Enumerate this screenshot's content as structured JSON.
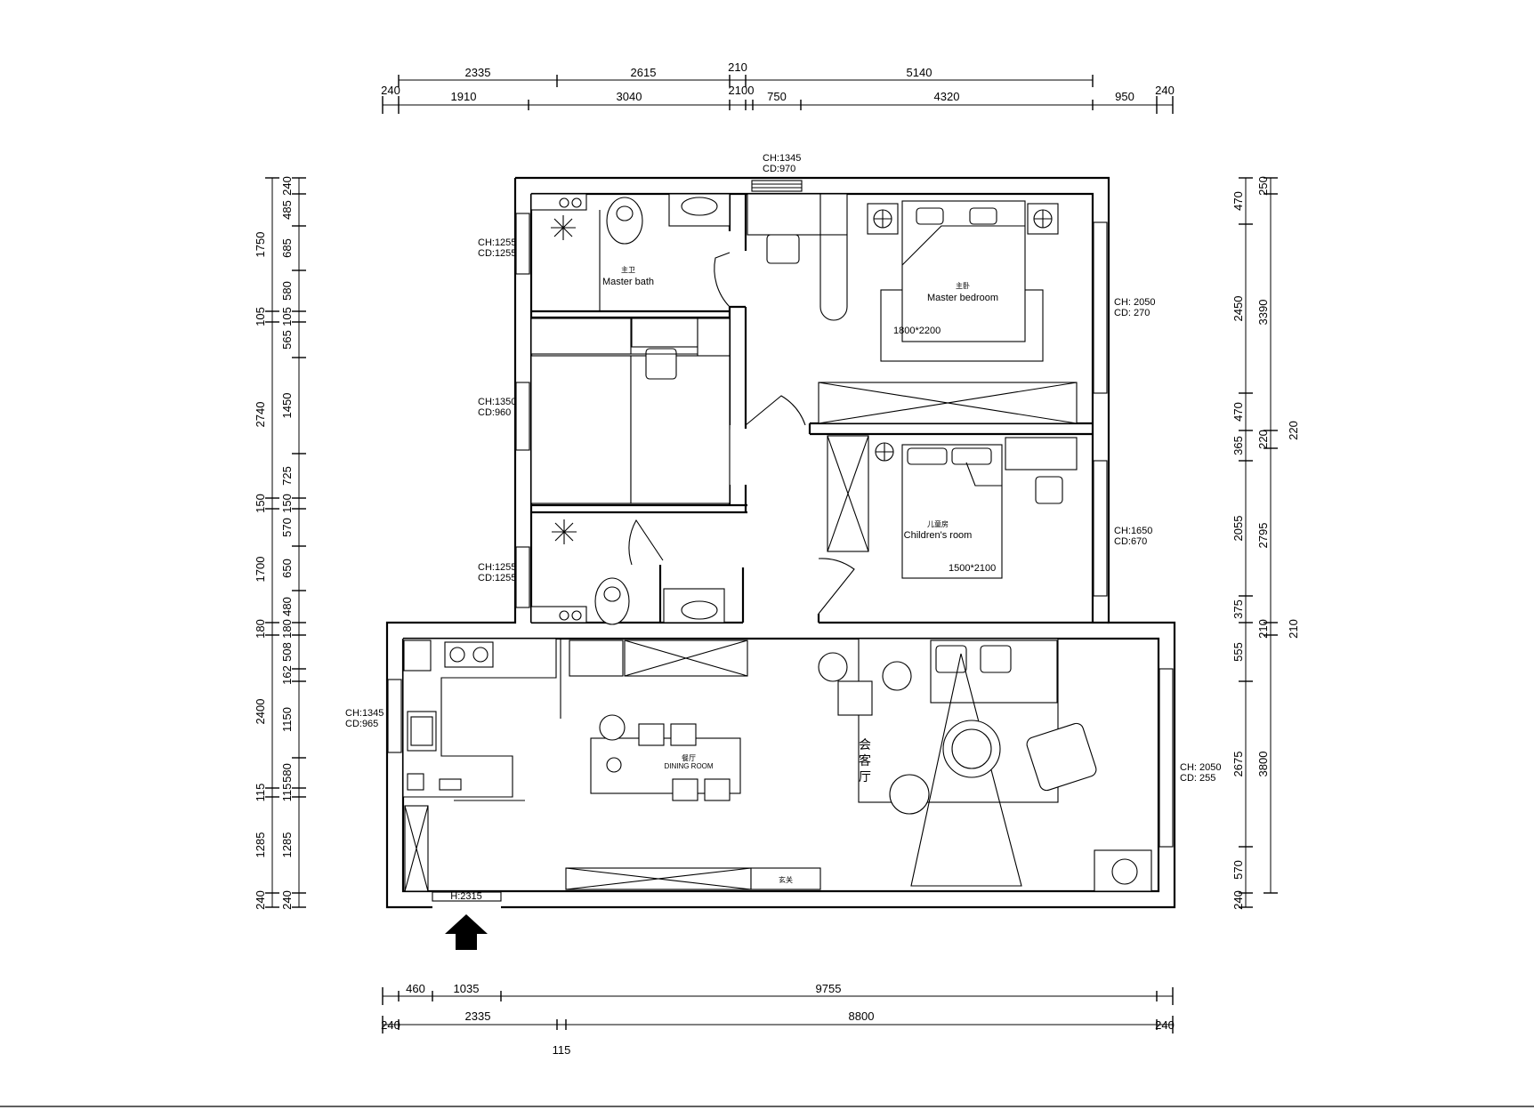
{
  "dims": {
    "top1": [
      "2335",
      "2615",
      "210",
      "5140"
    ],
    "top2": [
      "240",
      "1910",
      "3040",
      "2100",
      "750",
      "4320",
      "950",
      "240"
    ],
    "bottom1": [
      "460",
      "1035",
      "9755"
    ],
    "bottom2": [
      "240",
      "2335",
      "8800",
      "240"
    ],
    "bottom_extra": "115",
    "left1": [
      "1750",
      "105",
      "2740",
      "150",
      "1700",
      "180",
      "2400",
      "115",
      "1285",
      "240"
    ],
    "left2": [
      "240",
      "485",
      "685",
      "580",
      "105",
      "565",
      "1450",
      "725",
      "150",
      "570",
      "650",
      "480",
      "180",
      "508",
      "162",
      "1150",
      "580",
      "115",
      "1285",
      "240"
    ],
    "right1": [
      "470",
      "2450",
      "470",
      "365",
      "2055",
      "375",
      "555",
      "2675",
      "570",
      "240"
    ],
    "right2": [
      "250",
      "3390",
      "220",
      "2795",
      "210",
      "3800"
    ],
    "right3": [
      "220",
      "210"
    ]
  },
  "windows": [
    {
      "ch": "CH:1345",
      "cd": "CD:970"
    },
    {
      "ch": "CH:1255",
      "cd": "CD:1255"
    },
    {
      "ch": "CH:1350",
      "cd": "CD:960"
    },
    {
      "ch": "CH:1255",
      "cd": "CD:1255"
    },
    {
      "ch": "CH:1345",
      "cd": "CD:965"
    },
    {
      "ch": "CH: 2050",
      "cd": "CD: 270"
    },
    {
      "ch": "CH:1650",
      "cd": "CD:670"
    },
    {
      "ch": "CH: 2050",
      "cd": "CD: 255"
    }
  ],
  "rooms": {
    "master_bath": {
      "cn": "主卫",
      "en": "Master bath"
    },
    "master_bedroom": {
      "cn": "主卧",
      "en": "Master bedroom",
      "bed": "1800*2200"
    },
    "children_room": {
      "cn": "儿童房",
      "en": "Children's room",
      "bed": "1500*2100"
    },
    "dining": {
      "cn": "餐厅",
      "en": "DINING ROOM"
    },
    "living": {
      "cn1": "会",
      "cn2": "客",
      "cn3": "厅"
    },
    "entrance": {
      "cn": "玄关"
    },
    "door_height": "H:2315"
  }
}
